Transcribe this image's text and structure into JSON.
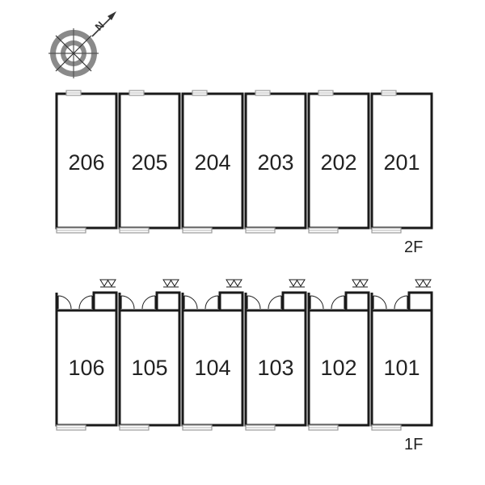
{
  "compass": {
    "north_label": "N",
    "icon": "compass-rose-icon"
  },
  "floors": [
    {
      "label": "2F",
      "units": [
        "206",
        "205",
        "204",
        "203",
        "202",
        "201"
      ]
    },
    {
      "label": "1F",
      "units": [
        "106",
        "105",
        "104",
        "103",
        "102",
        "101"
      ]
    }
  ],
  "colors": {
    "wall": "#1a1a1a",
    "compass_gray": "#8a8a8a",
    "window": "#9a9a9a"
  }
}
